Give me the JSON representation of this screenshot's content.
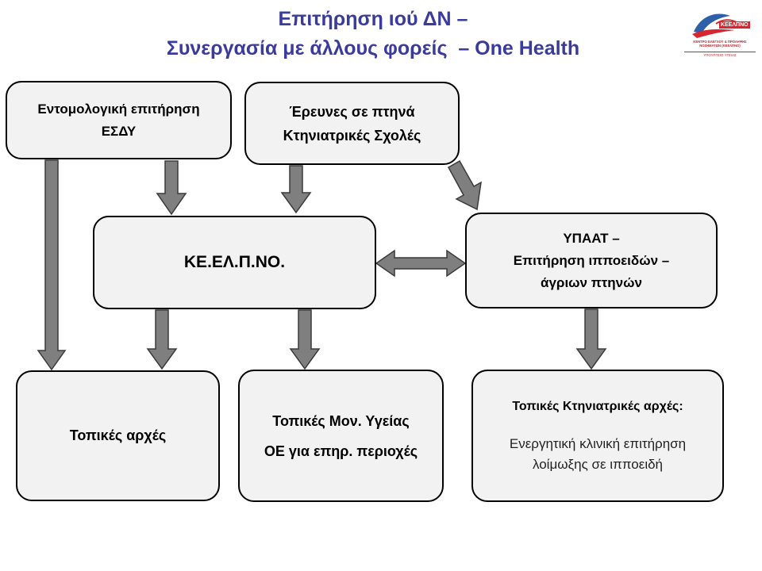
{
  "title": {
    "line1": "Επιτήρηση ιού ΔΝ –",
    "line2": "Συνεργασία με άλλους φορείς  – One Health"
  },
  "logo": {
    "word": "ΚΕΕΛΠΝΟ",
    "subtitle": "ΚΕΝΤΡΟ ΕΛΕΓΧΟΥ & ΠΡΟΛΗΨΗΣ ΝΟΣΗΜΑΤΩΝ (ΚΕΕΛΠΝΟ)",
    "ministry": "ΥΠΟΥΡΓΕΙΟ ΥΓΕΙΑΣ",
    "colors": {
      "red": "#d7262f",
      "blue": "#2f5fa8"
    }
  },
  "boxes": {
    "entomologiki": {
      "line1": "Εντομολογική επιτήρηση",
      "line2": "ΕΣΔΥ"
    },
    "erevnes": {
      "line1": "Έρευνες σε πτηνά",
      "line2": "Κτηνιατρικές Σχολές"
    },
    "keelpno": {
      "label": "ΚΕ.ΕΛ.Π.ΝΟ."
    },
    "ypaat": {
      "line1": "ΥΠΑΑΤ –",
      "line2": "Επιτήρηση ιπποειδών –",
      "line3": "άγριων πτηνών"
    },
    "topikes_arxes": {
      "label": "Τοπικές αρχές"
    },
    "topikes_monades": {
      "line1": "Τοπικές Μον. Υγείας",
      "line2": "ΟΕ για επηρ. περιοχές"
    },
    "topikes_ktiniatrikes": {
      "heading": "Τοπικές Κτηνιατρικές αρχές:",
      "line1": "Ενεργητική κλινική επιτήρηση",
      "line2": "λοίμωξης σε ιπποειδή"
    }
  },
  "colors": {
    "title": "#3b3b9c",
    "box_fill": "#f2f2f2",
    "arrow_fill": "#7f7f7f"
  }
}
